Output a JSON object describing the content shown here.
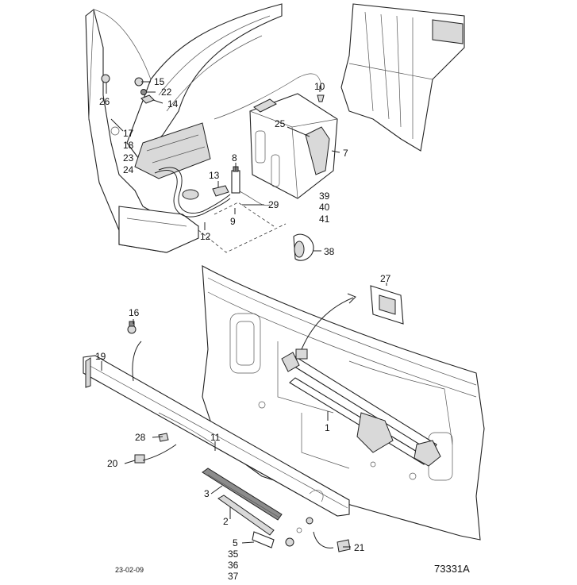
{
  "callouts": {
    "n1": "1",
    "n2": "2",
    "n3": "3",
    "n5": "5",
    "n7": "7",
    "n8": "8",
    "n9": "9",
    "n10": "10",
    "n11": "11",
    "n12": "12",
    "n13": "13",
    "n14": "14",
    "n15": "15",
    "n16": "16",
    "n17": "17",
    "n18": "18",
    "n19": "19",
    "n20": "20",
    "n21": "21",
    "n22": "22",
    "n23": "23",
    "n24": "24",
    "n25": "25",
    "n26": "26",
    "n27": "27",
    "n28": "28",
    "n29": "29",
    "n35": "35",
    "n36": "36",
    "n37": "37",
    "n38": "38",
    "n39": "39",
    "n40": "40",
    "n41": "41"
  },
  "footer": {
    "date": "23-02-09",
    "drawing_number": "73331A"
  }
}
